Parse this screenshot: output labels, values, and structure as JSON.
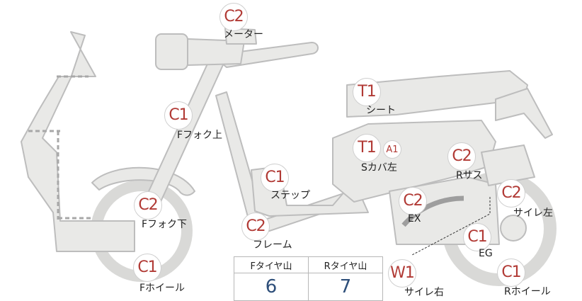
{
  "parts": [
    {
      "id": "meter",
      "grade": "C2",
      "label": "メーター"
    },
    {
      "id": "seat",
      "grade": "T1",
      "label": "シート"
    },
    {
      "id": "f-fork-upper",
      "grade": "C1",
      "label": "Fフォク上"
    },
    {
      "id": "s-cover",
      "grade": "T1",
      "grade2": "A1",
      "label": "Sカバ左"
    },
    {
      "id": "step",
      "grade": "C1",
      "label": "ステップ"
    },
    {
      "id": "r-suspension",
      "grade": "C2",
      "label": "Rサス"
    },
    {
      "id": "exhaust",
      "grade": "C2",
      "label": "EX"
    },
    {
      "id": "muffler-left",
      "grade": "C2",
      "label": "サイレ左"
    },
    {
      "id": "f-fork-lower",
      "grade": "C2",
      "label": "Fフォク下"
    },
    {
      "id": "frame",
      "grade": "C2",
      "label": "フレーム"
    },
    {
      "id": "engine",
      "grade": "C1",
      "label": "EG"
    },
    {
      "id": "f-wheel",
      "grade": "C1",
      "label": "Fホイール"
    },
    {
      "id": "muffler-right",
      "grade": "W1",
      "label": "サイレ右"
    },
    {
      "id": "r-wheel",
      "grade": "C1",
      "label": "Rホイール"
    }
  ],
  "tread": {
    "front_label": "Fタイヤ山",
    "rear_label": "Rタイヤ山",
    "front_value": "6",
    "rear_value": "7"
  },
  "colors": {
    "badge_text": "#b13a35",
    "value_text": "#2e4f7a",
    "part_fill": "#e9e9e7",
    "part_stroke": "#bdbdbd"
  }
}
